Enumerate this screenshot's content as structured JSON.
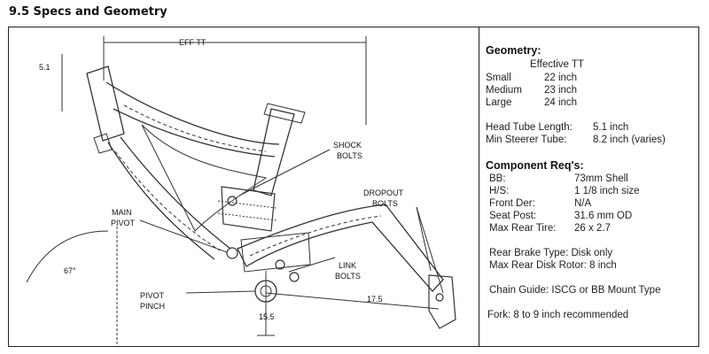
{
  "page": {
    "section_title": "9.5 Specs and Geometry"
  },
  "diagram": {
    "labels": {
      "eff_tt": "EFF TT",
      "head_tube": "5.1",
      "shock_bolts_1": "SHOCK",
      "shock_bolts_2": "BOLTS",
      "dropout_bolts_1": "DROPOUT",
      "dropout_bolts_2": "BOLTS",
      "main_pivot_1": "MAIN",
      "main_pivot_2": "PIVOT",
      "link_bolts_1": "LINK",
      "link_bolts_2": "BOLTS",
      "pivot_pinch_1": "PIVOT",
      "pivot_pinch_2": "PINCH",
      "angle": "67°",
      "bb_height": "15.5",
      "chainstay": "17.5"
    }
  },
  "specs": {
    "geometry_title": "Geometry:",
    "effective_tt_header": "Effective TT",
    "sizes": [
      {
        "size": "Small",
        "value": "22 inch"
      },
      {
        "size": "Medium",
        "value": "23 inch"
      },
      {
        "size": "Large",
        "value": "24 inch"
      }
    ],
    "head_tube_label": "Head Tube Length:",
    "head_tube_value": "5.1 inch",
    "steerer_label": "Min Steerer Tube:",
    "steerer_value": "8.2 inch (varies)",
    "component_title": "Component Req's:",
    "components": [
      {
        "label": "BB:",
        "value": "73mm Shell"
      },
      {
        "label": "H/S:",
        "value": "1 1/8 inch size"
      },
      {
        "label": "Front Der:",
        "value": "N/A"
      },
      {
        "label": "Seat Post:",
        "value": "31.6 mm OD"
      },
      {
        "label": "Max Rear Tire:",
        "value": "26 x 2.7"
      }
    ],
    "rear_brake_line": "Rear Brake Type: Disk only",
    "rear_rotor_line": "Max Rear Disk Rotor:   8 inch",
    "chain_guide_line": "Chain Guide:  ISCG or BB Mount Type",
    "fork_line": "Fork: 8 to 9 inch recommended"
  }
}
